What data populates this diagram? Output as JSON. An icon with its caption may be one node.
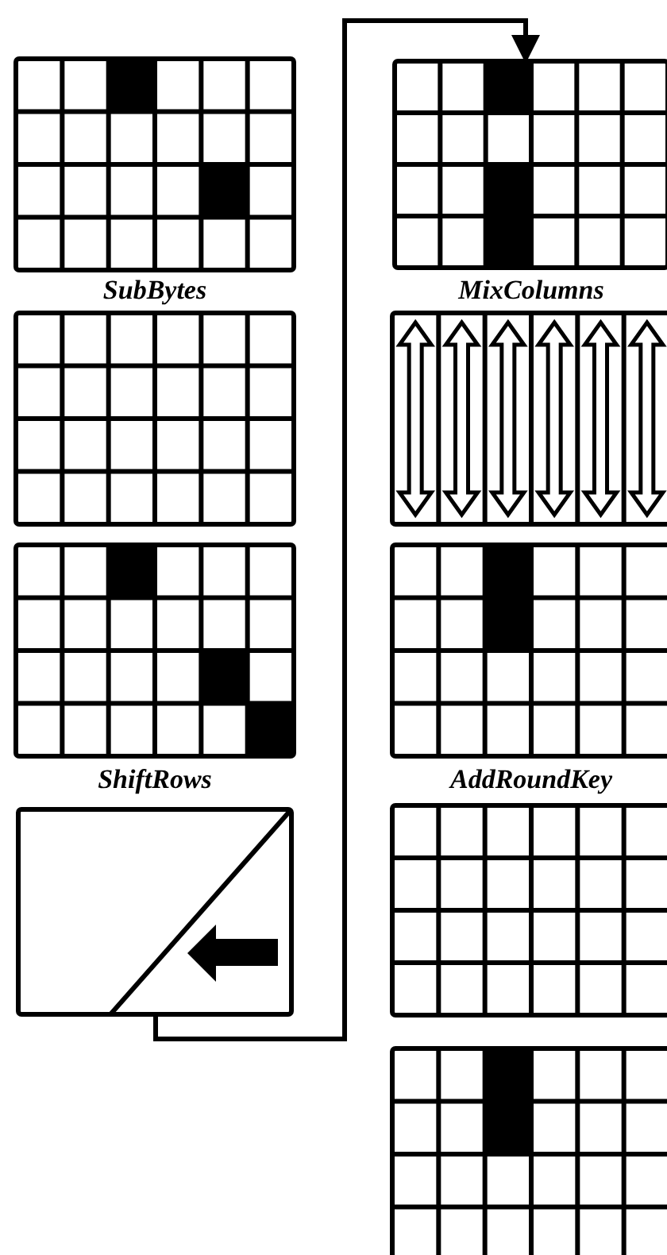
{
  "diagram": {
    "nodes": [
      {
        "text": [],
        "shape": "box"
      },
      {
        "text": [],
        "shape": "box"
      }
    ],
    "edges": [
      {
        "from": 0,
        "to": 1,
        "arrow": "to"
      }
    ],
    "labels": [
      "SubBytes",
      "MixColumns",
      "ShiftRows",
      "AddRoundKey"
    ]
  }
}
